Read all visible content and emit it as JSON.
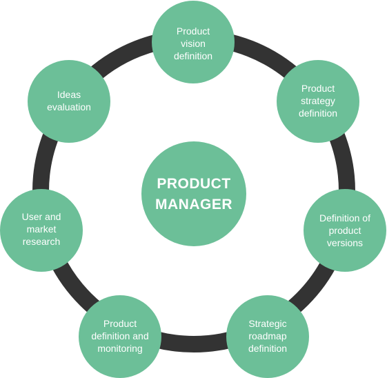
{
  "colors": {
    "ring": "#333333",
    "node_fill": "#6cbf98",
    "text": "#ffffff"
  },
  "center": {
    "lines": [
      "PRODUCT",
      "MANAGER"
    ]
  },
  "nodes": [
    {
      "id": "product-vision",
      "lines": [
        "Product",
        "vision",
        "definition"
      ]
    },
    {
      "id": "product-strategy",
      "lines": [
        "Product",
        "strategy",
        "definition"
      ]
    },
    {
      "id": "product-versions",
      "lines": [
        "Definition of",
        "product",
        "versions"
      ]
    },
    {
      "id": "strategic-roadmap",
      "lines": [
        "Strategic",
        "roadmap",
        "definition"
      ]
    },
    {
      "id": "product-monitoring",
      "lines": [
        "Product",
        "definition and",
        "monitoring"
      ]
    },
    {
      "id": "user-market-research",
      "lines": [
        "User and",
        "market",
        "research"
      ]
    },
    {
      "id": "ideas-evaluation",
      "lines": [
        "Ideas",
        "evaluation"
      ]
    }
  ]
}
